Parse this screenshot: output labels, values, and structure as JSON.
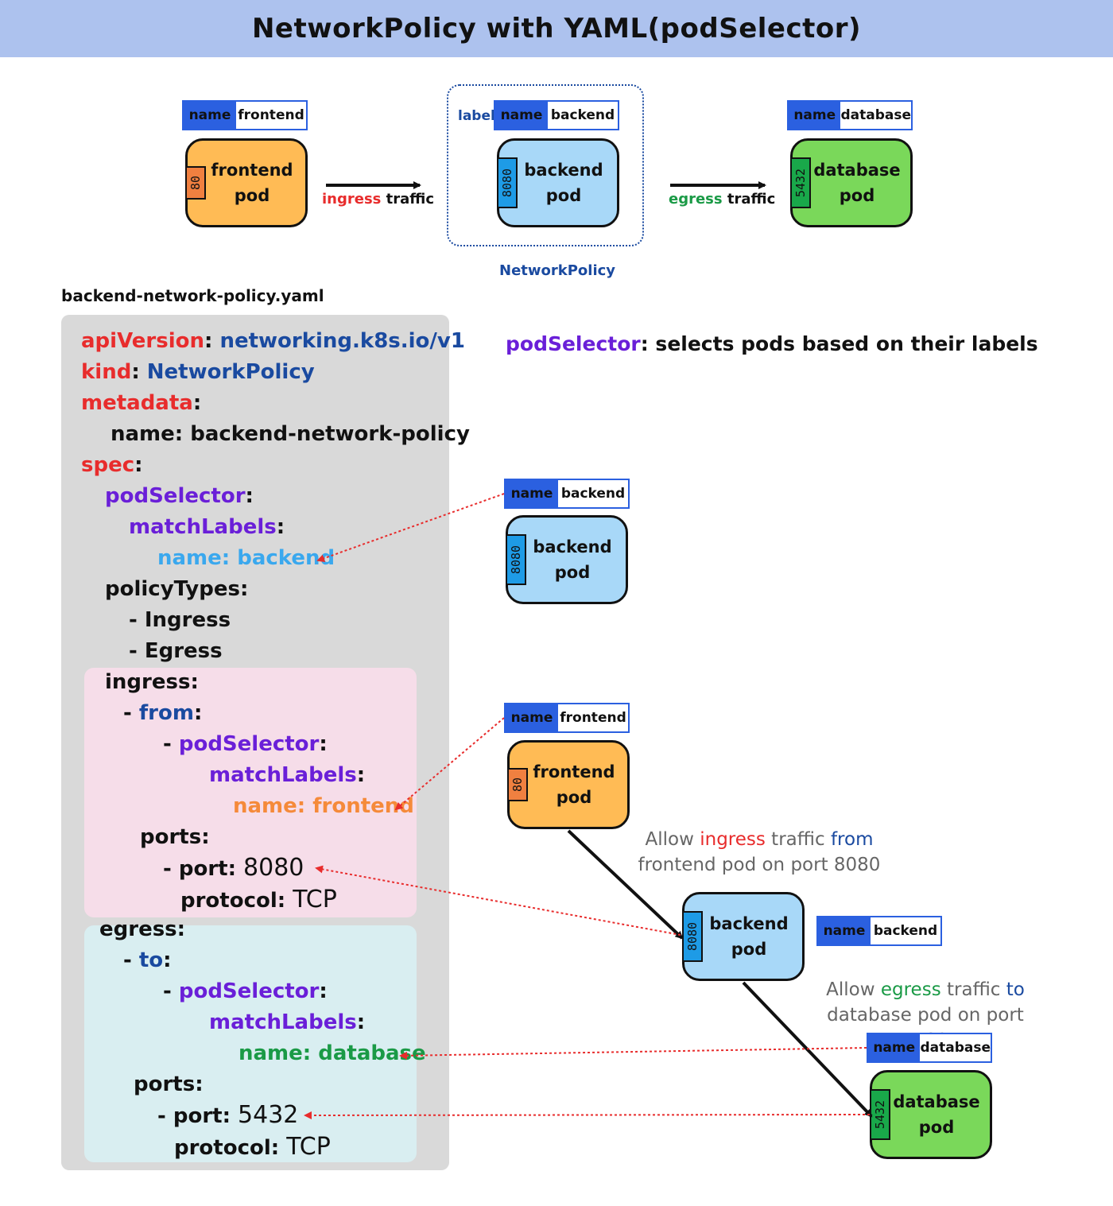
{
  "title": "NetworkPolicy with YAML(podSelector)",
  "top": {
    "frontend": {
      "tag_key": "name",
      "tag_value": "frontend",
      "port": "80",
      "line1": "frontend",
      "line2": "pod"
    },
    "backend": {
      "label_word": "label",
      "tag_key": "name",
      "tag_value": "backend",
      "port": "8080",
      "line1": "backend",
      "line2": "pod"
    },
    "database": {
      "tag_key": "name",
      "tag_value": "database",
      "port": "5432",
      "line1": "database",
      "line2": "pod"
    },
    "ingress_word": "ingress",
    "ingress_rest": " traffic",
    "egress_word": "egress",
    "egress_rest": " traffic",
    "netpol_caption": "NetworkPolicy"
  },
  "file_name": "backend-network-policy.yaml",
  "selector_note": {
    "key": "podSelector",
    "rest": ": selects pods based on their labels"
  },
  "yaml": {
    "apiVersion_key": "apiVersion",
    "apiVersion_val": "networking.k8s.io/v1",
    "kind_key": "kind",
    "kind_val": "NetworkPolicy",
    "metadata_key": "metadata",
    "name_line": "name: backend-network-policy",
    "spec_key": "spec",
    "podSelector_key": "podSelector",
    "matchLabels_key": "matchLabels",
    "backend_label": "name: backend",
    "policyTypes_key": "policyTypes:",
    "policy_ingress": "- Ingress",
    "policy_egress": "- Egress",
    "ingress_key": "ingress:",
    "from_key": "from",
    "frontend_label": "name: frontend",
    "ports_key": "ports:",
    "port_key": "- port: ",
    "ingress_port": "8080",
    "protocol_key": "protocol: ",
    "protocol_val": "TCP",
    "egress_key": "egress:",
    "to_key": "to",
    "database_label": "name: database",
    "egress_port": "5432"
  },
  "right": {
    "sel_backend": {
      "tag_key": "name",
      "tag_value": "backend",
      "port": "8080",
      "line1": "backend",
      "line2": "pod"
    },
    "sel_frontend": {
      "tag_key": "name",
      "tag_value": "frontend",
      "port": "80",
      "line1": "frontend",
      "line2": "pod"
    },
    "flow_backend": {
      "tag_key": "name",
      "tag_value": "backend",
      "port": "8080",
      "line1": "backend",
      "line2": "pod"
    },
    "flow_database": {
      "tag_key": "name",
      "tag_value": "database",
      "port": "5432",
      "line1": "database",
      "line2": "pod"
    },
    "ingress_caption": {
      "a": "Allow ",
      "b": "ingress",
      "c": " traffic ",
      "d": "from",
      "line2": "frontend pod on port 8080"
    },
    "egress_caption": {
      "a": "Allow ",
      "b": "egress",
      "c": " traffic ",
      "d": "to",
      "line2": "database pod on port 5432"
    }
  },
  "colors": {
    "title_bg": "#adc2ee",
    "tag_blue": "#2b60e0",
    "frontend": "#ffbb55",
    "backend": "#a8d8f8",
    "database": "#7ad85a",
    "yaml_bg": "#d9d9d9",
    "ingress_bg": "#f6dde9",
    "egress_bg": "#d9eef1",
    "link_red": "#e82c2c"
  }
}
